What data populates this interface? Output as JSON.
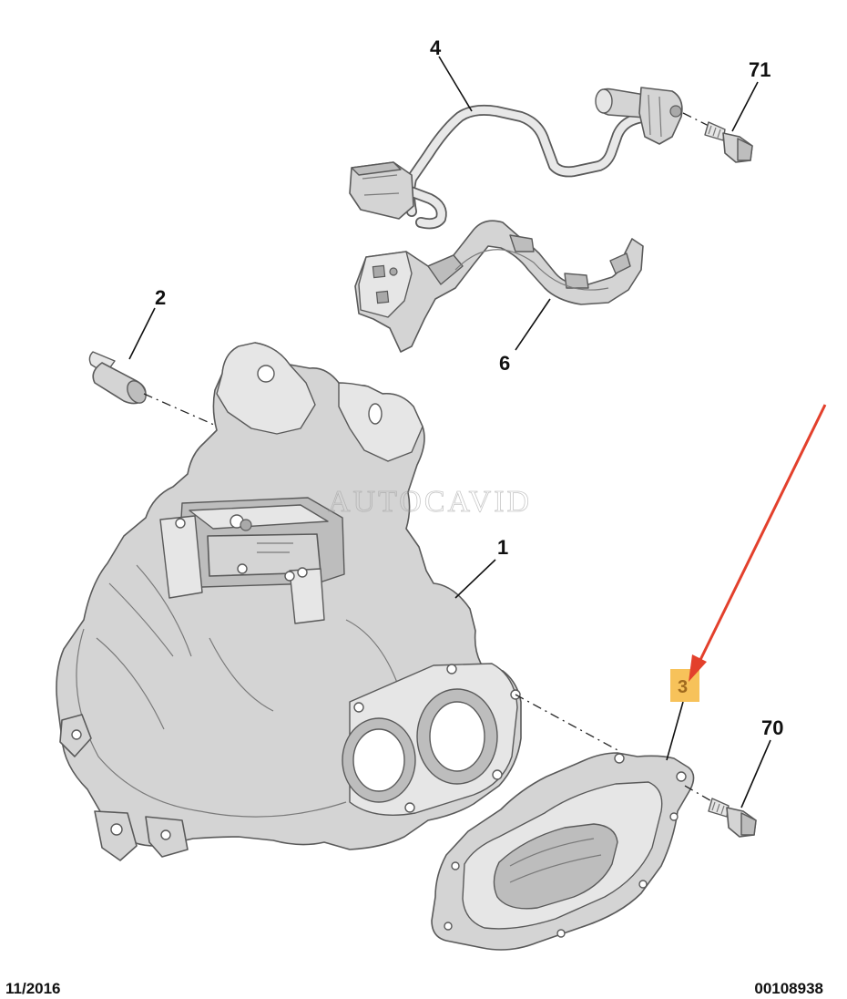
{
  "callouts": {
    "c1": "1",
    "c2": "2",
    "c3": "3",
    "c4": "4",
    "c6": "6",
    "c70": "70",
    "c71": "71"
  },
  "footer": {
    "date": "11/2016",
    "code": "00108938"
  },
  "watermark": "AUTOCAVID",
  "colors": {
    "highlight": "#f7c25a",
    "arrow": "#e3402c",
    "part_fill": "#d4d4d4",
    "outline": "#5a5a5a"
  }
}
